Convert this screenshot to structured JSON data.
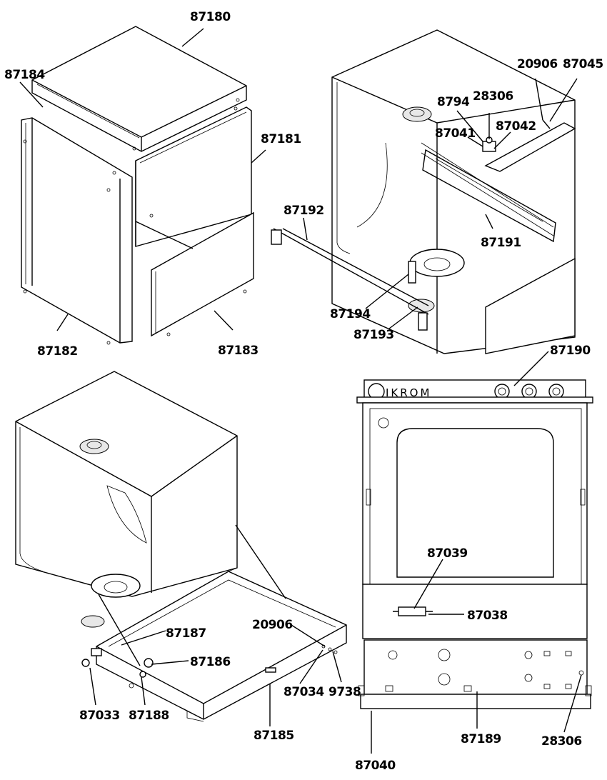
{
  "brand": "IKROM",
  "views": {
    "panels": {
      "labels": [
        {
          "id": "p-87180",
          "text": "87180"
        },
        {
          "id": "p-87184",
          "text": "87184"
        },
        {
          "id": "p-87181",
          "text": "87181"
        },
        {
          "id": "p-87182",
          "text": "87182"
        },
        {
          "id": "p-87183",
          "text": "87183"
        }
      ]
    },
    "tank": {
      "labels": [
        {
          "id": "t-20906",
          "text": "20906"
        },
        {
          "id": "t-87045",
          "text": "87045"
        },
        {
          "id": "t-8794",
          "text": "8794"
        },
        {
          "id": "t-28306",
          "text": "28306"
        },
        {
          "id": "t-87042",
          "text": "87042"
        },
        {
          "id": "t-87041",
          "text": "87041"
        },
        {
          "id": "t-87192",
          "text": "87192"
        },
        {
          "id": "t-87191",
          "text": "87191"
        },
        {
          "id": "t-87194",
          "text": "87194"
        },
        {
          "id": "t-87193",
          "text": "87193"
        }
      ]
    },
    "door_open": {
      "labels": [
        {
          "id": "d-87187",
          "text": "87187"
        },
        {
          "id": "d-20906",
          "text": "20906"
        },
        {
          "id": "d-87186",
          "text": "87186"
        },
        {
          "id": "d-87034",
          "text": "87034"
        },
        {
          "id": "d-9738",
          "text": "9738"
        },
        {
          "id": "d-87033",
          "text": "87033"
        },
        {
          "id": "d-87188",
          "text": "87188"
        },
        {
          "id": "d-87185",
          "text": "87185"
        }
      ]
    },
    "front": {
      "labels": [
        {
          "id": "f-87190",
          "text": "87190"
        },
        {
          "id": "f-87039",
          "text": "87039"
        },
        {
          "id": "f-87038",
          "text": "87038"
        },
        {
          "id": "f-87040",
          "text": "87040"
        },
        {
          "id": "f-87189",
          "text": "87189"
        },
        {
          "id": "f-28306",
          "text": "28306"
        }
      ]
    }
  }
}
